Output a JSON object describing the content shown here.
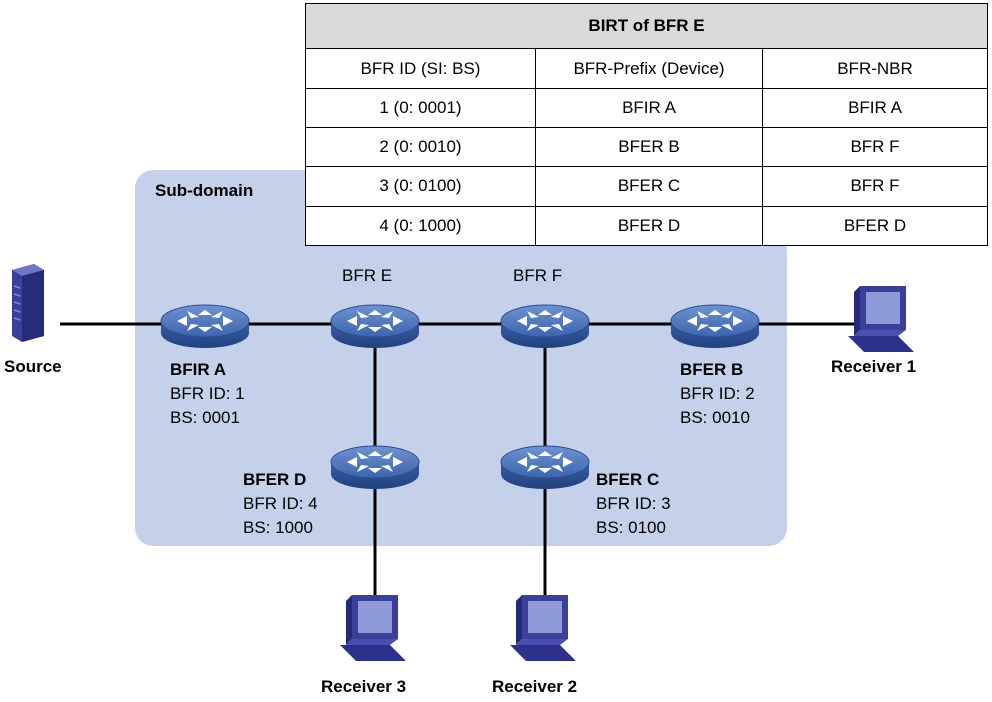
{
  "table": {
    "title": "BIRT of BFR E",
    "headers": [
      "BFR ID (SI: BS)",
      "BFR-Prefix (Device)",
      "BFR-NBR"
    ],
    "rows": [
      [
        "1 (0: 0001)",
        "BFIR A",
        "BFIR A"
      ],
      [
        "2 (0: 0010)",
        "BFER B",
        "BFR F"
      ],
      [
        "3 (0: 0100)",
        "BFER C",
        "BFR F"
      ],
      [
        "4 (0: 1000)",
        "BFER D",
        "BFER D"
      ]
    ]
  },
  "subdomain_label": "Sub-domain",
  "nodes": {
    "bfir_a": {
      "name": "BFIR A",
      "id_line": "BFR ID: 1",
      "bs_line": "BS: 0001"
    },
    "bfr_e": {
      "name": "BFR E"
    },
    "bfr_f": {
      "name": "BFR F"
    },
    "bfer_b": {
      "name": "BFER B",
      "id_line": "BFR ID: 2",
      "bs_line": "BS: 0010"
    },
    "bfer_c": {
      "name": "BFER C",
      "id_line": "BFR ID: 3",
      "bs_line": "BS: 0100"
    },
    "bfer_d": {
      "name": "BFER D",
      "id_line": "BFR ID: 4",
      "bs_line": "BS: 1000"
    },
    "source": {
      "name": "Source"
    },
    "receiver1": {
      "name": "Receiver 1"
    },
    "receiver2": {
      "name": "Receiver 2"
    },
    "receiver3": {
      "name": "Receiver 3"
    }
  },
  "colors": {
    "subdomain": "#c5d1ea",
    "router": "#4a73b8",
    "pc": "#3a3f9a"
  }
}
